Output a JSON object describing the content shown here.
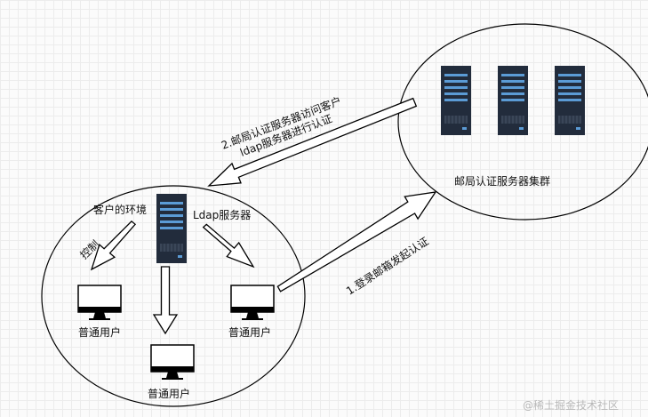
{
  "labels": {
    "cluster": "邮局认证服务器集群",
    "customer_env": "客户的环境",
    "ldap_server": "Ldap服务器",
    "control": "控制",
    "user_left": "普通用户",
    "user_center": "普通用户",
    "user_right": "普通用户",
    "step1": "1.登录邮箱发起认证",
    "step2_line1": "2.邮局认证服务器访问客户",
    "step2_line2": "ldap服务器进行认证"
  },
  "watermark": "@稀土掘金技术社区",
  "icons": [
    "server-icon",
    "monitor-icon",
    "arrow-icon"
  ],
  "colors": {
    "server_body": "#222c3c",
    "server_panel": "#5b9bd5",
    "outline": "#000000"
  }
}
